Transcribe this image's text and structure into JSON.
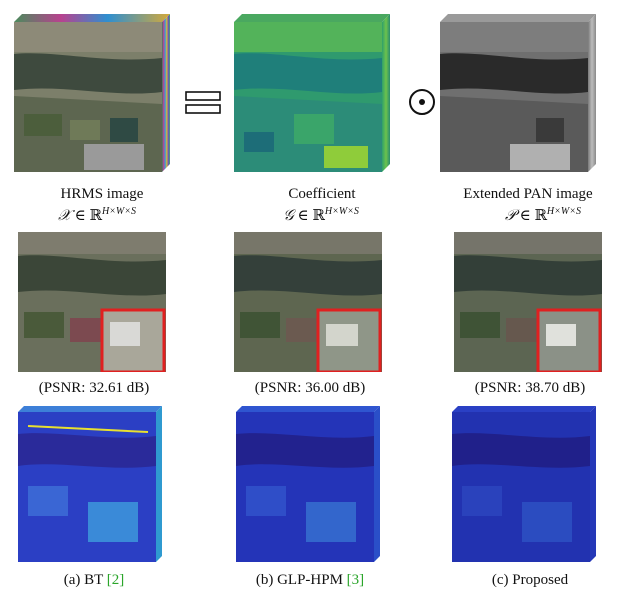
{
  "top_row": [
    {
      "title": "HRMS image",
      "symbol": "𝒳",
      "space": "∈ ℝ",
      "dims": "H×W×S"
    },
    {
      "title": "Coefficient",
      "symbol": "𝒢",
      "space": "∈ ℝ",
      "dims": "H×W×S"
    },
    {
      "title": "Extended PAN image",
      "symbol": "𝒫",
      "space": "∈ ℝ",
      "dims": "H×W×S"
    }
  ],
  "operators": {
    "equals": "equals-symbol",
    "hadamard": "odot-symbol"
  },
  "middle_row": [
    {
      "psnr": "(PSNR: 32.61 dB)"
    },
    {
      "psnr": "(PSNR: 36.00 dB)"
    },
    {
      "psnr": "(PSNR: 38.70 dB)"
    }
  ],
  "bottom_row": [
    {
      "label": "(a) BT ",
      "cite": "[2]"
    },
    {
      "label": "(b) GLP-HPM ",
      "cite": "[3]"
    },
    {
      "label": "(c) Proposed",
      "cite": ""
    }
  ]
}
